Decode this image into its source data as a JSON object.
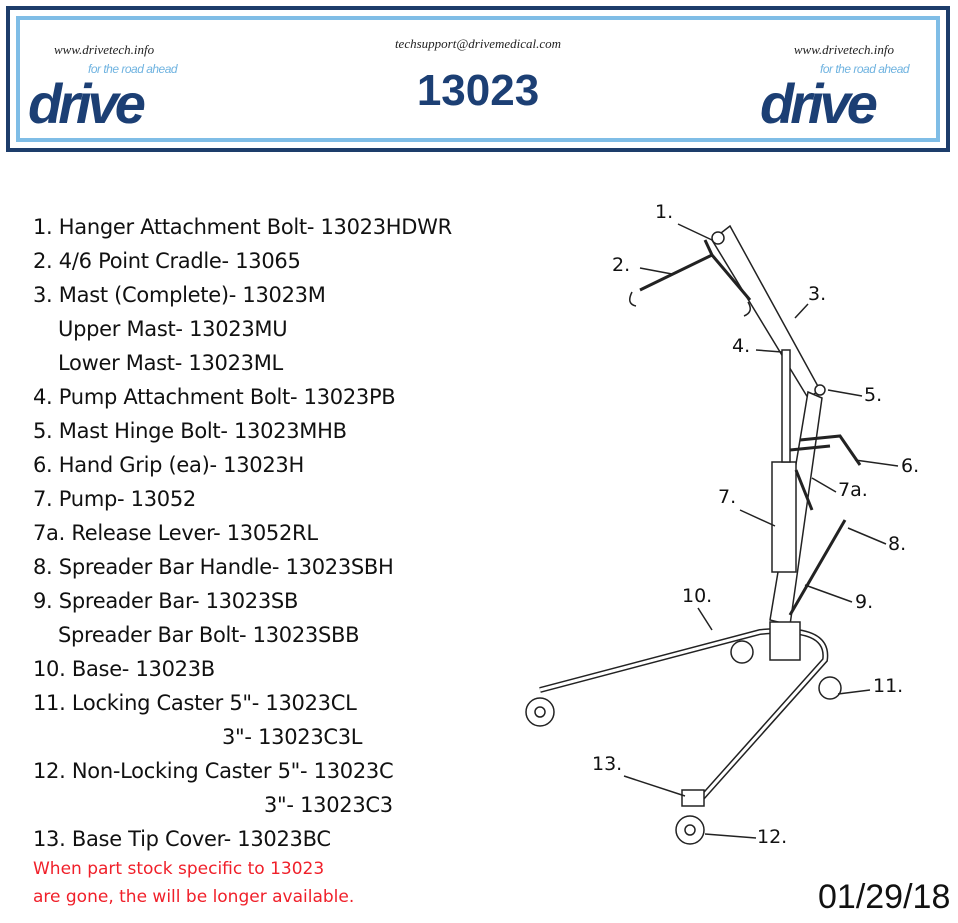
{
  "header": {
    "url_left": "www.drivetech.info",
    "url_right": "www.drivetech.info",
    "email": "techsupport@drivemedical.com",
    "model": "13023",
    "logo_text": "drive",
    "logo_tagline": "for the road ahead"
  },
  "parts": [
    "1. Hanger Attachment Bolt- 13023HDWR",
    "2. 4/6 Point Cradle- 13065",
    "3. Mast (Complete)- 13023M",
    "Upper Mast- 13023MU",
    "Lower Mast- 13023ML",
    "4. Pump Attachment Bolt- 13023PB",
    "5. Mast Hinge Bolt- 13023MHB",
    "6. Hand Grip (ea)- 13023H",
    "7. Pump- 13052",
    "7a. Release Lever- 13052RL",
    "8. Spreader Bar Handle- 13023SBH",
    "9. Spreader Bar- 13023SB",
    "Spreader Bar Bolt- 13023SBB",
    "10. Base- 13023B",
    "11. Locking Caster 5\"- 13023CL",
    "3\"- 13023C3L",
    "12. Non-Locking Caster 5\"- 13023C",
    "3\"- 13023C3",
    "13. Base Tip Cover- 13023BC"
  ],
  "note": [
    "When part stock specific to 13023",
    "are gone, the will be longer available."
  ],
  "callouts": [
    "1.",
    "2.",
    "3.",
    "4.",
    "5.",
    "6.",
    "7a.",
    "7.",
    "8.",
    "9.",
    "10.",
    "11.",
    "13.",
    "12."
  ],
  "date": "01/29/18"
}
